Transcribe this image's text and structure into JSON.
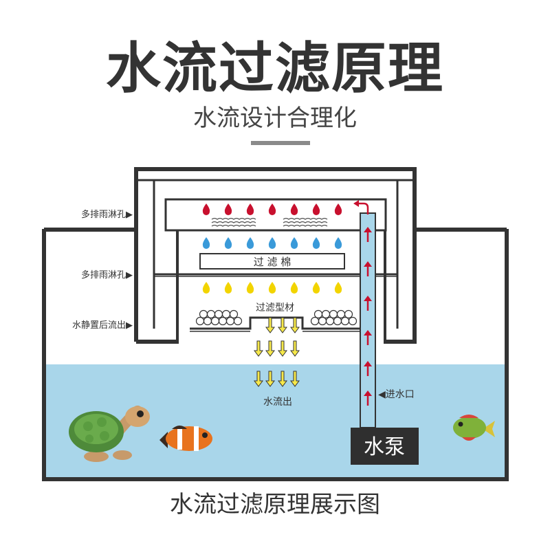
{
  "header": {
    "title": "水流过滤原理",
    "subtitle": "水流设计合理化"
  },
  "labels": {
    "rain_holes_1": "多排雨淋孔▶",
    "rain_holes_2": "多排雨淋孔▶",
    "still_outflow": "水静置后流出▶",
    "filter_cotton": "过   滤   棉",
    "filter_material": "过滤型材",
    "water_out": "水流出",
    "water_inlet": "◀进水口",
    "pump": "水泵"
  },
  "caption": "水流过滤原理展示图",
  "colors": {
    "water": "#a9d6ea",
    "outline": "#333333",
    "drop_red": "#c8102e",
    "drop_blue": "#3a9ad9",
    "drop_yellow": "#f2d400",
    "arrow_yellow": "#f7e94a",
    "arrow_red": "#c8102e",
    "pump": "#2f2f2f",
    "pipe": "#a9d6ea"
  },
  "icons": [
    "water-drop-icon",
    "down-arrow-icon",
    "up-arrow-icon",
    "filter-ball-icon",
    "turtle-icon",
    "clownfish-icon",
    "green-fish-icon"
  ]
}
